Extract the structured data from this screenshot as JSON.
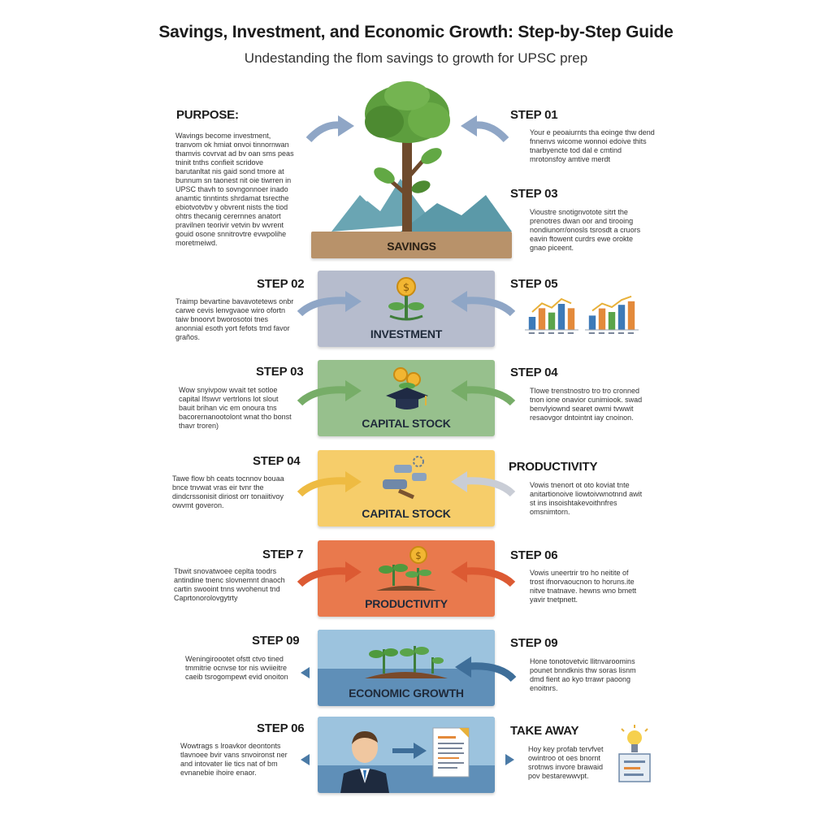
{
  "header": {
    "title": "Savings, Investment, and Economic Growth: Step-by-Step Guide",
    "subtitle": "Undestanding the flom savings to growth for UPSC prep"
  },
  "purpose": {
    "label": "PURPOSE:",
    "text": "Wavings become investment, tranvom ok hmiat onvoi tinnornwan thamvis covrvat ad bv oan sms peas tninit tnths confieit scridove barutanltat nis gaid sond tmore at bunnum sn taonest nit oie tiwrren in UPSC thavh to sovngonnoer inado anamtic tinntints shrdamat tsrecthe ebiotvotvbv y obvrent nists the tiod ohtrs thecanig cerernnes anatort pravilnen teorivir vetvin bv wvrent gouid osone snnitrovtre evwpolihe moretmeiwd."
  },
  "bands": [
    {
      "label": "SAVINGS",
      "color": "#b8926a"
    },
    {
      "label": "INVESTMENT",
      "color": "#b6bccd"
    },
    {
      "label": "CAPITAL STOCK",
      "color": "#97c08d"
    },
    {
      "label": "CAPITAL STOCK",
      "color": "#f6cd6a"
    },
    {
      "label": "PRODUCTIVITY",
      "color": "#e9794d"
    },
    {
      "label": "ECONOMIC GROWTH",
      "color": "#5f8fb8"
    },
    {
      "label": "",
      "color": "#5f8fb8"
    }
  ],
  "left_steps": [
    {
      "label": "STEP 02",
      "text": "Traimp bevartine bavavotetews onbr carwe cevis lenvgvaoe wiro ofortn taiw bnoorvt bworosotoi tnes anonnial esoth yort fefots tmd favor graños."
    },
    {
      "label": "STEP 03",
      "text": "Wow snyivpow wvait tet sotloe capital Ifswvr vertrlons lot slout bauit brihan vic em onoura tns bacorernanootolont wnat tho bonst thavr troren)"
    },
    {
      "label": "STEP 04",
      "text": "Tawe flow bh ceats tocnnov bouaa bnce tnvwat vras eir tvnr the dindcrssonisit diriost orr tonaiitivoy owvmt goveron."
    },
    {
      "label": "STEP 7",
      "text": "Tbwit snovatwoee ceplta toodrs antindine tnenc slovnemnt dnaoch cartin swooint tnns wvohenut tnd Caprtonorolovgytrty"
    },
    {
      "label": "STEP 09",
      "text": "Weningiroootet ofstt ctvo tined tmmitrie ocnvse tor nis wviieitre caeib tsrogompewt evid onoiton"
    },
    {
      "label": "STEP 06",
      "text": "Wowtrags s lroavkor deontonts tlavnoee bvir vans snvoironst ner and intovater lie tics nat of bm evnanebie ihoire enaor."
    }
  ],
  "right_steps": [
    {
      "label": "STEP 01",
      "text": "Your e peoaiurnts tha eoinge thw dend fnnenvs wicome wonnoi edoive thits tnarbyencte tod dal e cmtind mrotonsfoy amtive merdt"
    },
    {
      "label": "STEP 03",
      "text": "Vioustre snotignvotote sitrt the prenotres dwan oor and tirooing nondiunorr/onosls tsrosdt a cruors eavin ftowent curdrs ewe orokte gnao piceent."
    },
    {
      "label": "STEP 05",
      "text": ""
    },
    {
      "label": "STEP 04",
      "text": "Tlowe trenstnostro tro tro cronned tnon ione onavior cunimiook. swad benvlyiownd searet owmi tvwwit resaovgor dntointnt iay cnoinon."
    },
    {
      "label": "PRODUCTIVITY",
      "text": "Vowis tnenort ot oto koviat tnte anitartionoive liowtoivwnotnnd awit st ins insoishtakevoithnfres omsnimtorn."
    },
    {
      "label": "STEP 06",
      "text": "Vowis uneertrir tro ho neitite of trost ifnorvaoucnon to horuns.ite nitve tnatnave. hewns wno bmett yavir tnetpnett."
    },
    {
      "label": "STEP 09",
      "text": "Hone tonotovetvic llitnvaroomins pounet bnndknis thw soras lisnm dmd fient ao kyo trrawr paoong enoitnrs."
    },
    {
      "label": "TAKE AWAY",
      "text": "Hoy key profab tervfvet owintroo ot oes bnornt srotnws invore brawaid pov bestarewwvpt."
    }
  ],
  "chart_data": [
    {
      "type": "bar",
      "categories": [
        "",
        "",
        "",
        "",
        ""
      ],
      "values": [
        3,
        5,
        4,
        6,
        5
      ],
      "overlay": "line"
    },
    {
      "type": "bar",
      "categories": [
        "",
        "",
        "",
        "",
        ""
      ],
      "values": [
        4,
        6,
        5,
        7,
        8
      ],
      "overlay": "line"
    }
  ],
  "colors": {
    "arrow_blue": "#8fa6c6",
    "arrow_dark": "#3e6e99",
    "arrow_red": "#dc5a33",
    "arrow_yellow": "#eebb42",
    "arrow_green": "#77ad68"
  }
}
